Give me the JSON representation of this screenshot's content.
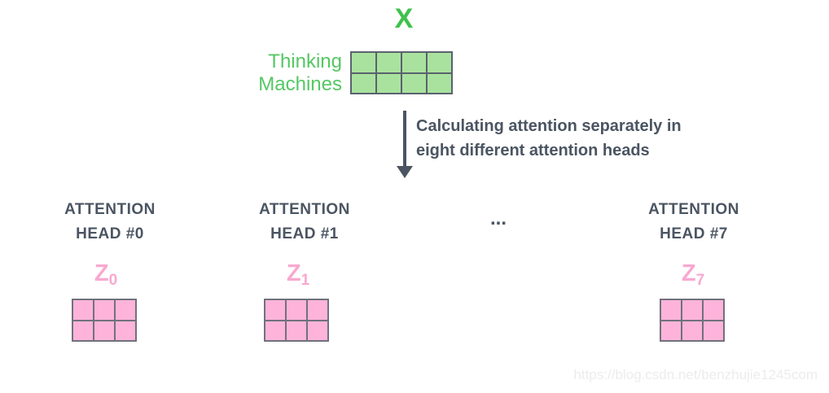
{
  "colors": {
    "green_text": "#3ec24c",
    "green_label": "#55c763",
    "green_cell_fill": "#a9e29e",
    "green_cell_border": "#5a626e",
    "pink_cell_fill": "#feb4da",
    "pink_cell_border": "#71717c",
    "pink_label": "#f9a8d0",
    "slate_text": "#4b5562",
    "watermark": "#ececec"
  },
  "diagram": {
    "input": {
      "title": "X",
      "row_labels": [
        "Thinking",
        "Machines"
      ],
      "matrix": {
        "rows": 2,
        "cols": 4
      }
    },
    "transition": {
      "caption_line1": "Calculating attention separately in",
      "caption_line2": "eight different attention heads"
    },
    "ellipsis": "...",
    "heads": [
      {
        "label_line1": "ATTENTION",
        "label_line2": "HEAD #0",
        "z_base": "Z",
        "z_sub": "0",
        "matrix": {
          "rows": 2,
          "cols": 3
        }
      },
      {
        "label_line1": "ATTENTION",
        "label_line2": "HEAD #1",
        "z_base": "Z",
        "z_sub": "1",
        "matrix": {
          "rows": 2,
          "cols": 3
        }
      },
      {
        "label_line1": "ATTENTION",
        "label_line2": "HEAD #7",
        "z_base": "Z",
        "z_sub": "7",
        "matrix": {
          "rows": 2,
          "cols": 3
        }
      }
    ]
  },
  "watermark": "https://blog.csdn.net/benzhujie1245com"
}
